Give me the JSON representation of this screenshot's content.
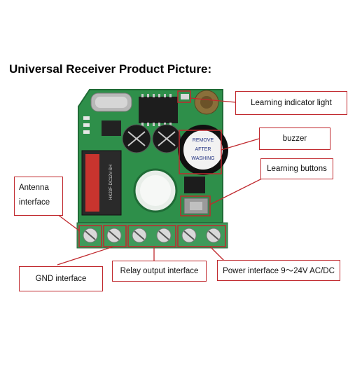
{
  "title": "Universal Receiver Product Picture:",
  "labels": {
    "learning_indicator": "Learning indicator light",
    "buzzer": "buzzer",
    "learning_buttons": "Learning buttons",
    "antenna_line1": "Antenna",
    "antenna_line2": "interface",
    "gnd": "GND interface",
    "relay_output": "Relay output interface",
    "power": "Power interface 9～24V AC/DC"
  },
  "component_text": {
    "buzzer_sticker_line1": "REMOVE",
    "buzzer_sticker_line2": "AFTER",
    "buzzer_sticker_line3": "WASHING",
    "relay_marking": "HK23F-DC12V-SH"
  },
  "colors": {
    "pcb_green": "#2e8f4a",
    "annotation_red": "#c0282d",
    "terminal_green": "#3f9a5a"
  }
}
